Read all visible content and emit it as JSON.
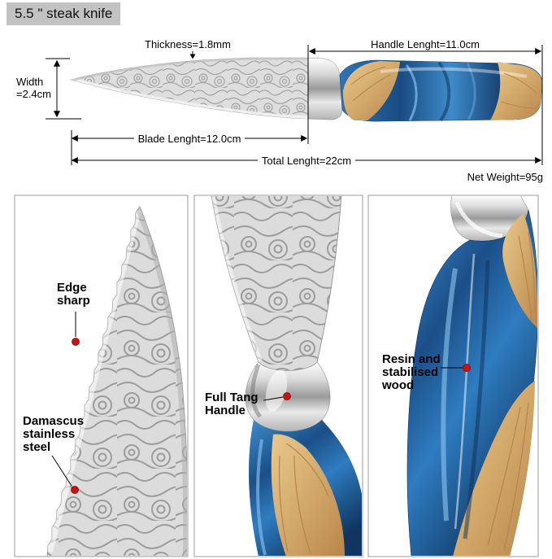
{
  "product_label": "5.5 \" steak knife",
  "dimensions": {
    "thickness": "Thickness=1.8mm",
    "handle_length": "Handle Lenght=11.0cm",
    "width": "Width\n=2.4cm",
    "blade_length": "Blade Lenght=12.0cm",
    "total_length": "Total Lenght=22cm",
    "net_weight": "Net Weight=95g"
  },
  "callouts": {
    "edge_sharp": "Edge\nsharp",
    "damascus": "Damascus\nstainless\nsteel",
    "full_tang": "Full Tang\nHandle",
    "resin_wood": "Resin and\nstabilised\nwood"
  },
  "colors": {
    "resin_blue": "#1f5e9e",
    "resin_light": "#7db8e8",
    "wood_tan": "#d3a96a",
    "steel_gray": "#dcdcdc",
    "marker_red": "#cc1111",
    "label_bg": "#c2c2c2",
    "panel_border": "#9e9e9e",
    "dimension_line": "#000000"
  }
}
